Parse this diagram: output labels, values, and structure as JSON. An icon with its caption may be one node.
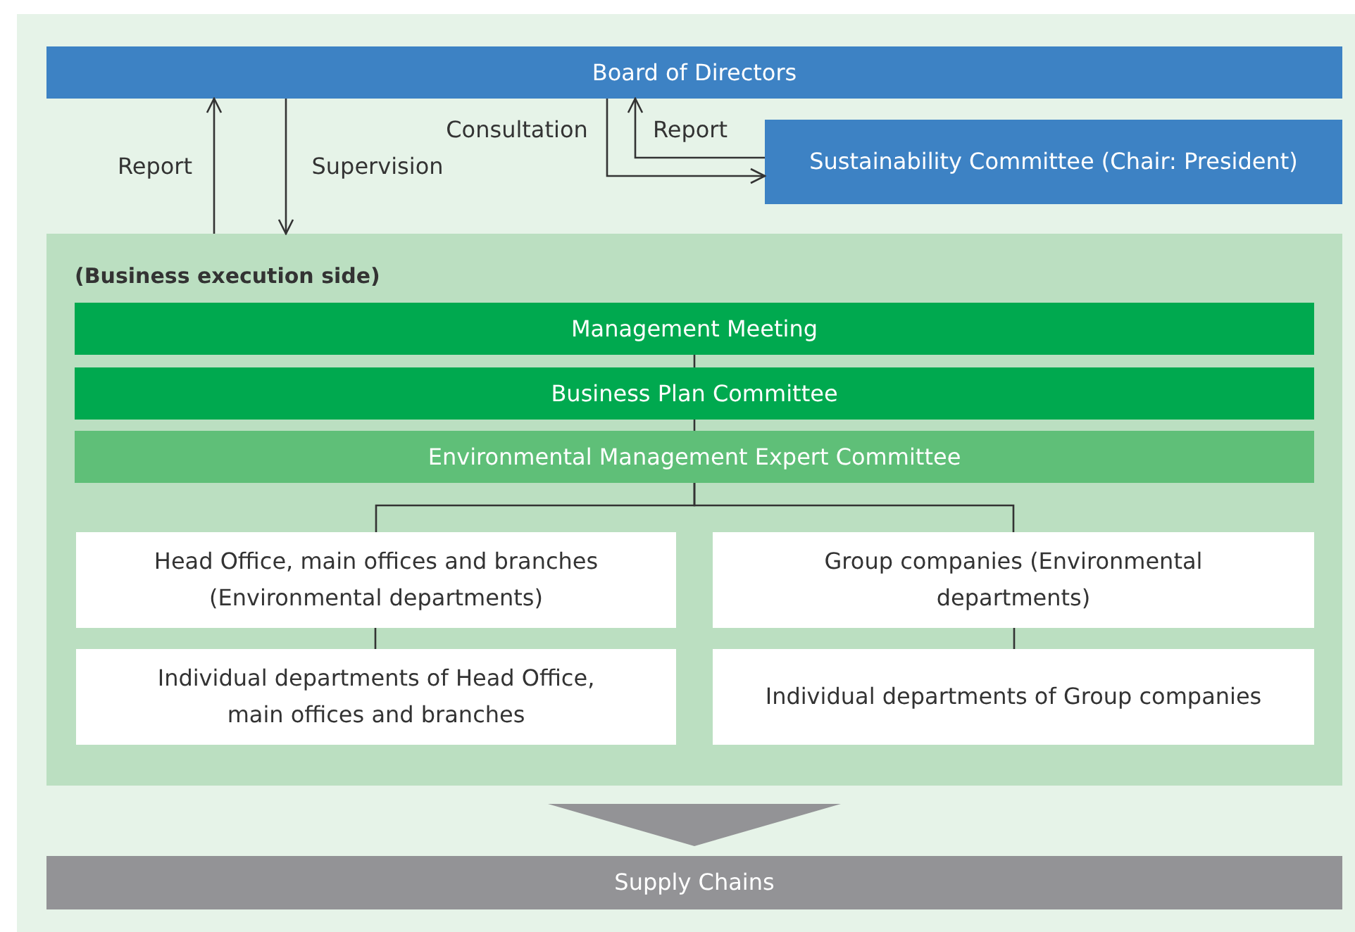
{
  "diagram": {
    "nodes": [
      {
        "text": [
          "Board of Directors"
        ]
      },
      {
        "text": [
          "Sustainability Committee (Chair: President)"
        ]
      },
      {
        "text": [
          "(Business execution side)"
        ]
      },
      {
        "text": [
          "Management Meeting"
        ],
        "in": 2
      },
      {
        "text": [
          "Business Plan Committee"
        ],
        "in": 2
      },
      {
        "text": [
          "Environmental Management Expert Committee"
        ],
        "in": 2
      },
      {
        "text": [
          "Head Office, main offices and branches (Environmental departments)"
        ],
        "in": 2
      },
      {
        "text": [
          "Group companies (Environmental departments)"
        ],
        "in": 2
      },
      {
        "text": [
          "Individual departments of Head Office, main offices and branches"
        ],
        "in": 2
      },
      {
        "text": [
          "Individual departments of Group companies"
        ],
        "in": 2
      },
      {
        "text": [
          "Supply Chains"
        ]
      }
    ],
    "edges": [
      {
        "from": 2,
        "to": 0,
        "arrow": "to",
        "label": "Report"
      },
      {
        "from": 0,
        "to": 2,
        "arrow": "to",
        "label": "Supervision"
      },
      {
        "from": 0,
        "to": 1,
        "arrow": "to",
        "label": "Consultation"
      },
      {
        "from": 1,
        "to": 0,
        "arrow": "to",
        "label": "Report"
      },
      {
        "from": 3,
        "to": 4,
        "arrow": "none"
      },
      {
        "from": 4,
        "to": 5,
        "arrow": "none"
      },
      {
        "from": 5,
        "to": 6,
        "arrow": "none"
      },
      {
        "from": 5,
        "to": 7,
        "arrow": "none"
      },
      {
        "from": 6,
        "to": 8,
        "arrow": "none"
      },
      {
        "from": 7,
        "to": 9,
        "arrow": "none"
      },
      {
        "from": 2,
        "to": 10,
        "arrow": "to",
        "style": "thick",
        "color": "#939396"
      }
    ]
  }
}
